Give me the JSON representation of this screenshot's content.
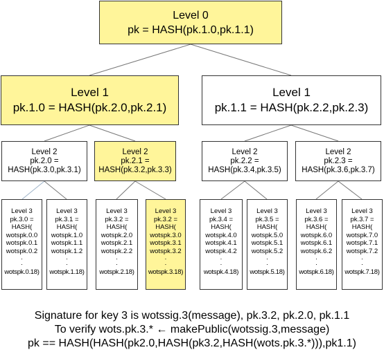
{
  "colors": {
    "highlight": "#fff59a",
    "border": "#333333",
    "edge": "#777777",
    "edge_alt": "#9db3c8"
  },
  "level0": {
    "title": "Level 0",
    "formula": "pk = HASH(pk.1.0,pk.1.1)"
  },
  "level1": [
    {
      "title": "Level 1",
      "formula": "pk.1.0 = HASH(pk.2.0,pk.2.1)"
    },
    {
      "title": "Level 1",
      "formula": "pk.1.1 = HASH(pk.2.2,pk.2.3)"
    }
  ],
  "level2": [
    {
      "title": "Level 2",
      "name": "pk.2.0 =",
      "formula": "HASH(pk.3.0,pk.3.1)"
    },
    {
      "title": "Level 2",
      "name": "pk.2.1 =",
      "formula": "HASH(pk.3.2,pk.3.3)"
    },
    {
      "title": "Level 2",
      "name": "pk.2.2 =",
      "formula": "HASH(pk.3.4,pk.3.5)"
    },
    {
      "title": "Level 2",
      "name": "pk.2.3 =",
      "formula": "HASH(pk.3.6,pk.3.7)"
    }
  ],
  "level3": [
    {
      "title": "Level 3",
      "name": "pk.3.0 =",
      "hash": "HASH(",
      "items": [
        "wotspk.0.0",
        "wotspk.0.1",
        "wotspk.0.2"
      ],
      "dot": ".",
      "last": "wotspk.0.18)"
    },
    {
      "title": "Level 3",
      "name": "pk.3.1 =",
      "hash": "HASH(",
      "items": [
        "wotspk.1.0",
        "wotspk.1.1",
        "wotspk.1.2"
      ],
      "dot": ".",
      "last": "wotspk.1.18)"
    },
    {
      "title": "Level 3",
      "name": "pk.3.2 =",
      "hash": "HASH(",
      "items": [
        "wotspk.2.0",
        "wotspk.2.1",
        "wotspk.2.2"
      ],
      "dot": ".",
      "last": "wotspk.2.18)"
    },
    {
      "title": "Level 3",
      "name": "pk.3.2 =",
      "hash": "HASH(",
      "items": [
        "wotspk.3.0",
        "wotspk.3.1",
        "wotspk.3.2"
      ],
      "dot": ".",
      "last": "wotspk.3.18)"
    },
    {
      "title": "Level 3",
      "name": "pk.3.4 =",
      "hash": "HASH(",
      "items": [
        "wotspk.4.0",
        "wotspk.4.1",
        "wotspk.4.2"
      ],
      "dot": ".",
      "last": "wotspk.4.18)"
    },
    {
      "title": "Level 3",
      "name": "pk.3.5 =",
      "hash": "HASH(",
      "items": [
        "wotspk.5.0",
        "wotspk.5.1",
        "wotspk.5.2"
      ],
      "dot": ".",
      "last": "wotspk.5.18)"
    },
    {
      "title": "Level 3",
      "name": "pk.3.6 =",
      "hash": "HASH(",
      "items": [
        "wotspk.6.0",
        "wotspk.6.1",
        "wotspk.6.2"
      ],
      "dot": ".",
      "last": "wotspk.6.18)"
    },
    {
      "title": "Level 3",
      "name": "pk.3.7 =",
      "hash": "HASH(",
      "items": [
        "wotspk.7.0",
        "wotspk.7.1",
        "wotspk.7.2"
      ],
      "dot": ".",
      "last": "wotspk.7.18)"
    }
  ],
  "caption": [
    "Signature for key 3 is wotssig.3(message), pk.3.2, pk.2.0, pk.1.1",
    "To verify wots.pk.3.* ← makePublic(wotssig.3,message)",
    "pk == HASH(HASH(pk2.0,HASH(pk3.2,HASH(wots.pk.3.*))),pk1.1)"
  ]
}
